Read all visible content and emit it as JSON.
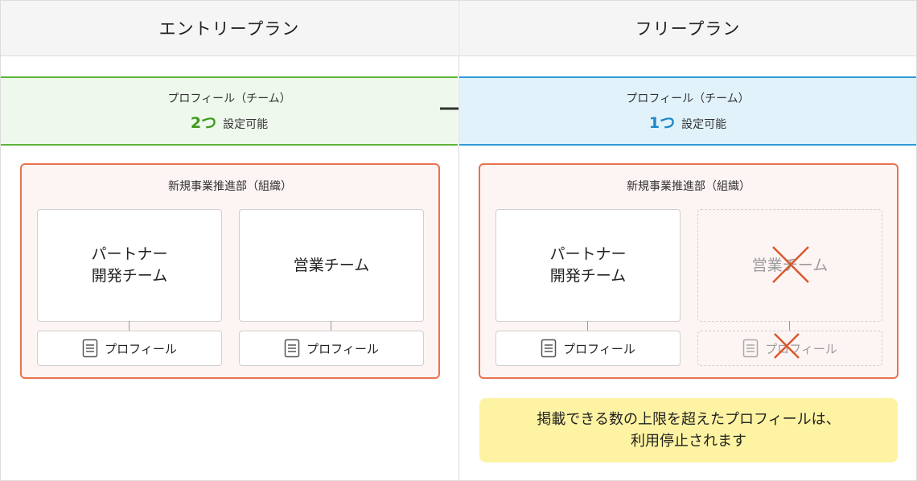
{
  "left": {
    "title": "エントリープラン",
    "band": {
      "label": "プロフィール（チーム）",
      "count": "2つ",
      "suffix": "設定可能",
      "color": "#3f9a1e"
    },
    "org": {
      "title": "新規事業推進部（組織）",
      "teams": [
        {
          "name": "パートナー\n開発チーム",
          "profile": "プロフィール"
        },
        {
          "name": "営業チーム",
          "profile": "プロフィール"
        }
      ]
    }
  },
  "right": {
    "title": "フリープラン",
    "band": {
      "label": "プロフィール（チーム）",
      "count": "1つ",
      "suffix": "設定可能",
      "color": "#1d88c9"
    },
    "org": {
      "title": "新規事業推進部（組織）",
      "teams": [
        {
          "name": "パートナー\n開発チーム",
          "profile": "プロフィール",
          "disabled": false
        },
        {
          "name": "営業チーム",
          "profile": "プロフィール",
          "disabled": true
        }
      ]
    },
    "note": "掲載できる数の上限を超えたプロフィールは、\n利用停止されます"
  },
  "icons": {
    "arrow": "arrow-right-icon",
    "document": "document-icon",
    "cross": "cross-mark-icon"
  }
}
